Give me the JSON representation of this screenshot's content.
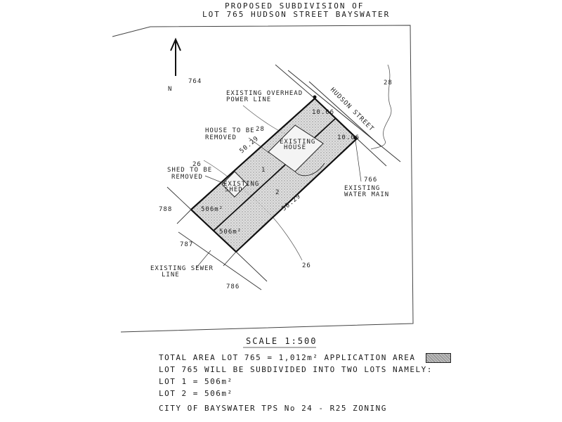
{
  "title_line1": "PROPOSED SUBDIVISION OF",
  "title_line2": "LOT 765 HUDSON STREET BAYSWATER",
  "north_label": "N",
  "street_label": "HUDSON STREET",
  "lots": {
    "764": "764",
    "766": "766",
    "786": "786",
    "787": "787",
    "788": "788"
  },
  "contours": [
    "28",
    "28",
    "26",
    "26"
  ],
  "dimensions": {
    "frontage_1": "10.06",
    "frontage_2": "10.06",
    "depth_1": "50.29",
    "depth_2": "50.29"
  },
  "lot_numbers": [
    "1",
    "2"
  ],
  "areas": [
    "506m²",
    "506m²"
  ],
  "labels": {
    "overhead_power": [
      "EXISTING OVERHEAD",
      "POWER LINE"
    ],
    "house_removed": [
      "HOUSE TO BE",
      "REMOVED"
    ],
    "existing_house": [
      "EXISTING",
      "HOUSE"
    ],
    "shed_removed": [
      "SHED TO BE",
      "REMOVED"
    ],
    "existing_shed": [
      "EXISTING",
      "SHED"
    ],
    "water_main": [
      "EXISTING",
      "WATER MAIN"
    ],
    "sewer_line": [
      "EXISTING SEWER",
      "LINE"
    ]
  },
  "scale": "SCALE 1:500",
  "notes": {
    "total_area": "TOTAL AREA  LOT 765 = 1,012m²   APPLICATION AREA",
    "subdivided": "LOT 765 WILL BE SUBDIVIDED INTO TWO LOTS NAMELY:",
    "lot1": "LOT 1 = 506m²",
    "lot2": "LOT 2 = 506m²",
    "zoning": "CITY OF BAYSWATER  TPS No 24  -  R25 ZONING"
  }
}
